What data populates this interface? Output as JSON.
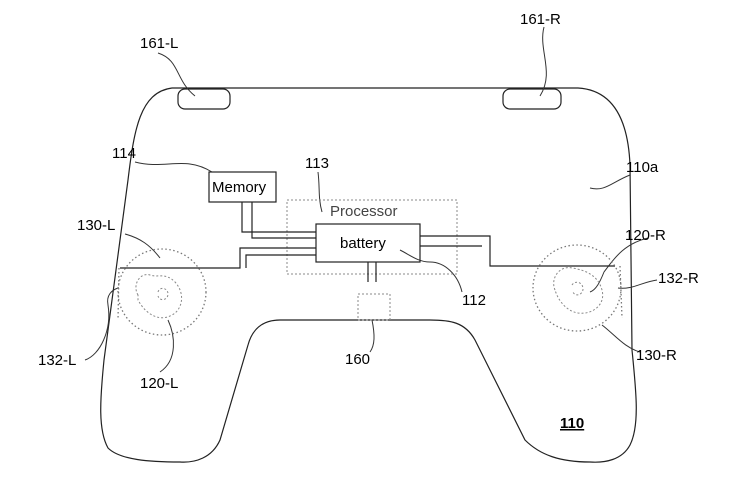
{
  "labels": {
    "bumper_left": "161-L",
    "bumper_right": "161-R",
    "memory_ref": "114",
    "processor_ref": "113",
    "housing_ref": "110a",
    "sensor_left_ref": "130-L",
    "stick_right_ref": "120-R",
    "edge_right_ref": "132-R",
    "edge_left_ref": "132-L",
    "stick_left_ref": "120-L",
    "battery_ref": "112",
    "connector_ref": "160",
    "sensor_right_ref": "130-R",
    "device_ref": "110"
  },
  "boxes": {
    "memory": "Memory",
    "processor": "Processor",
    "battery": "battery"
  }
}
